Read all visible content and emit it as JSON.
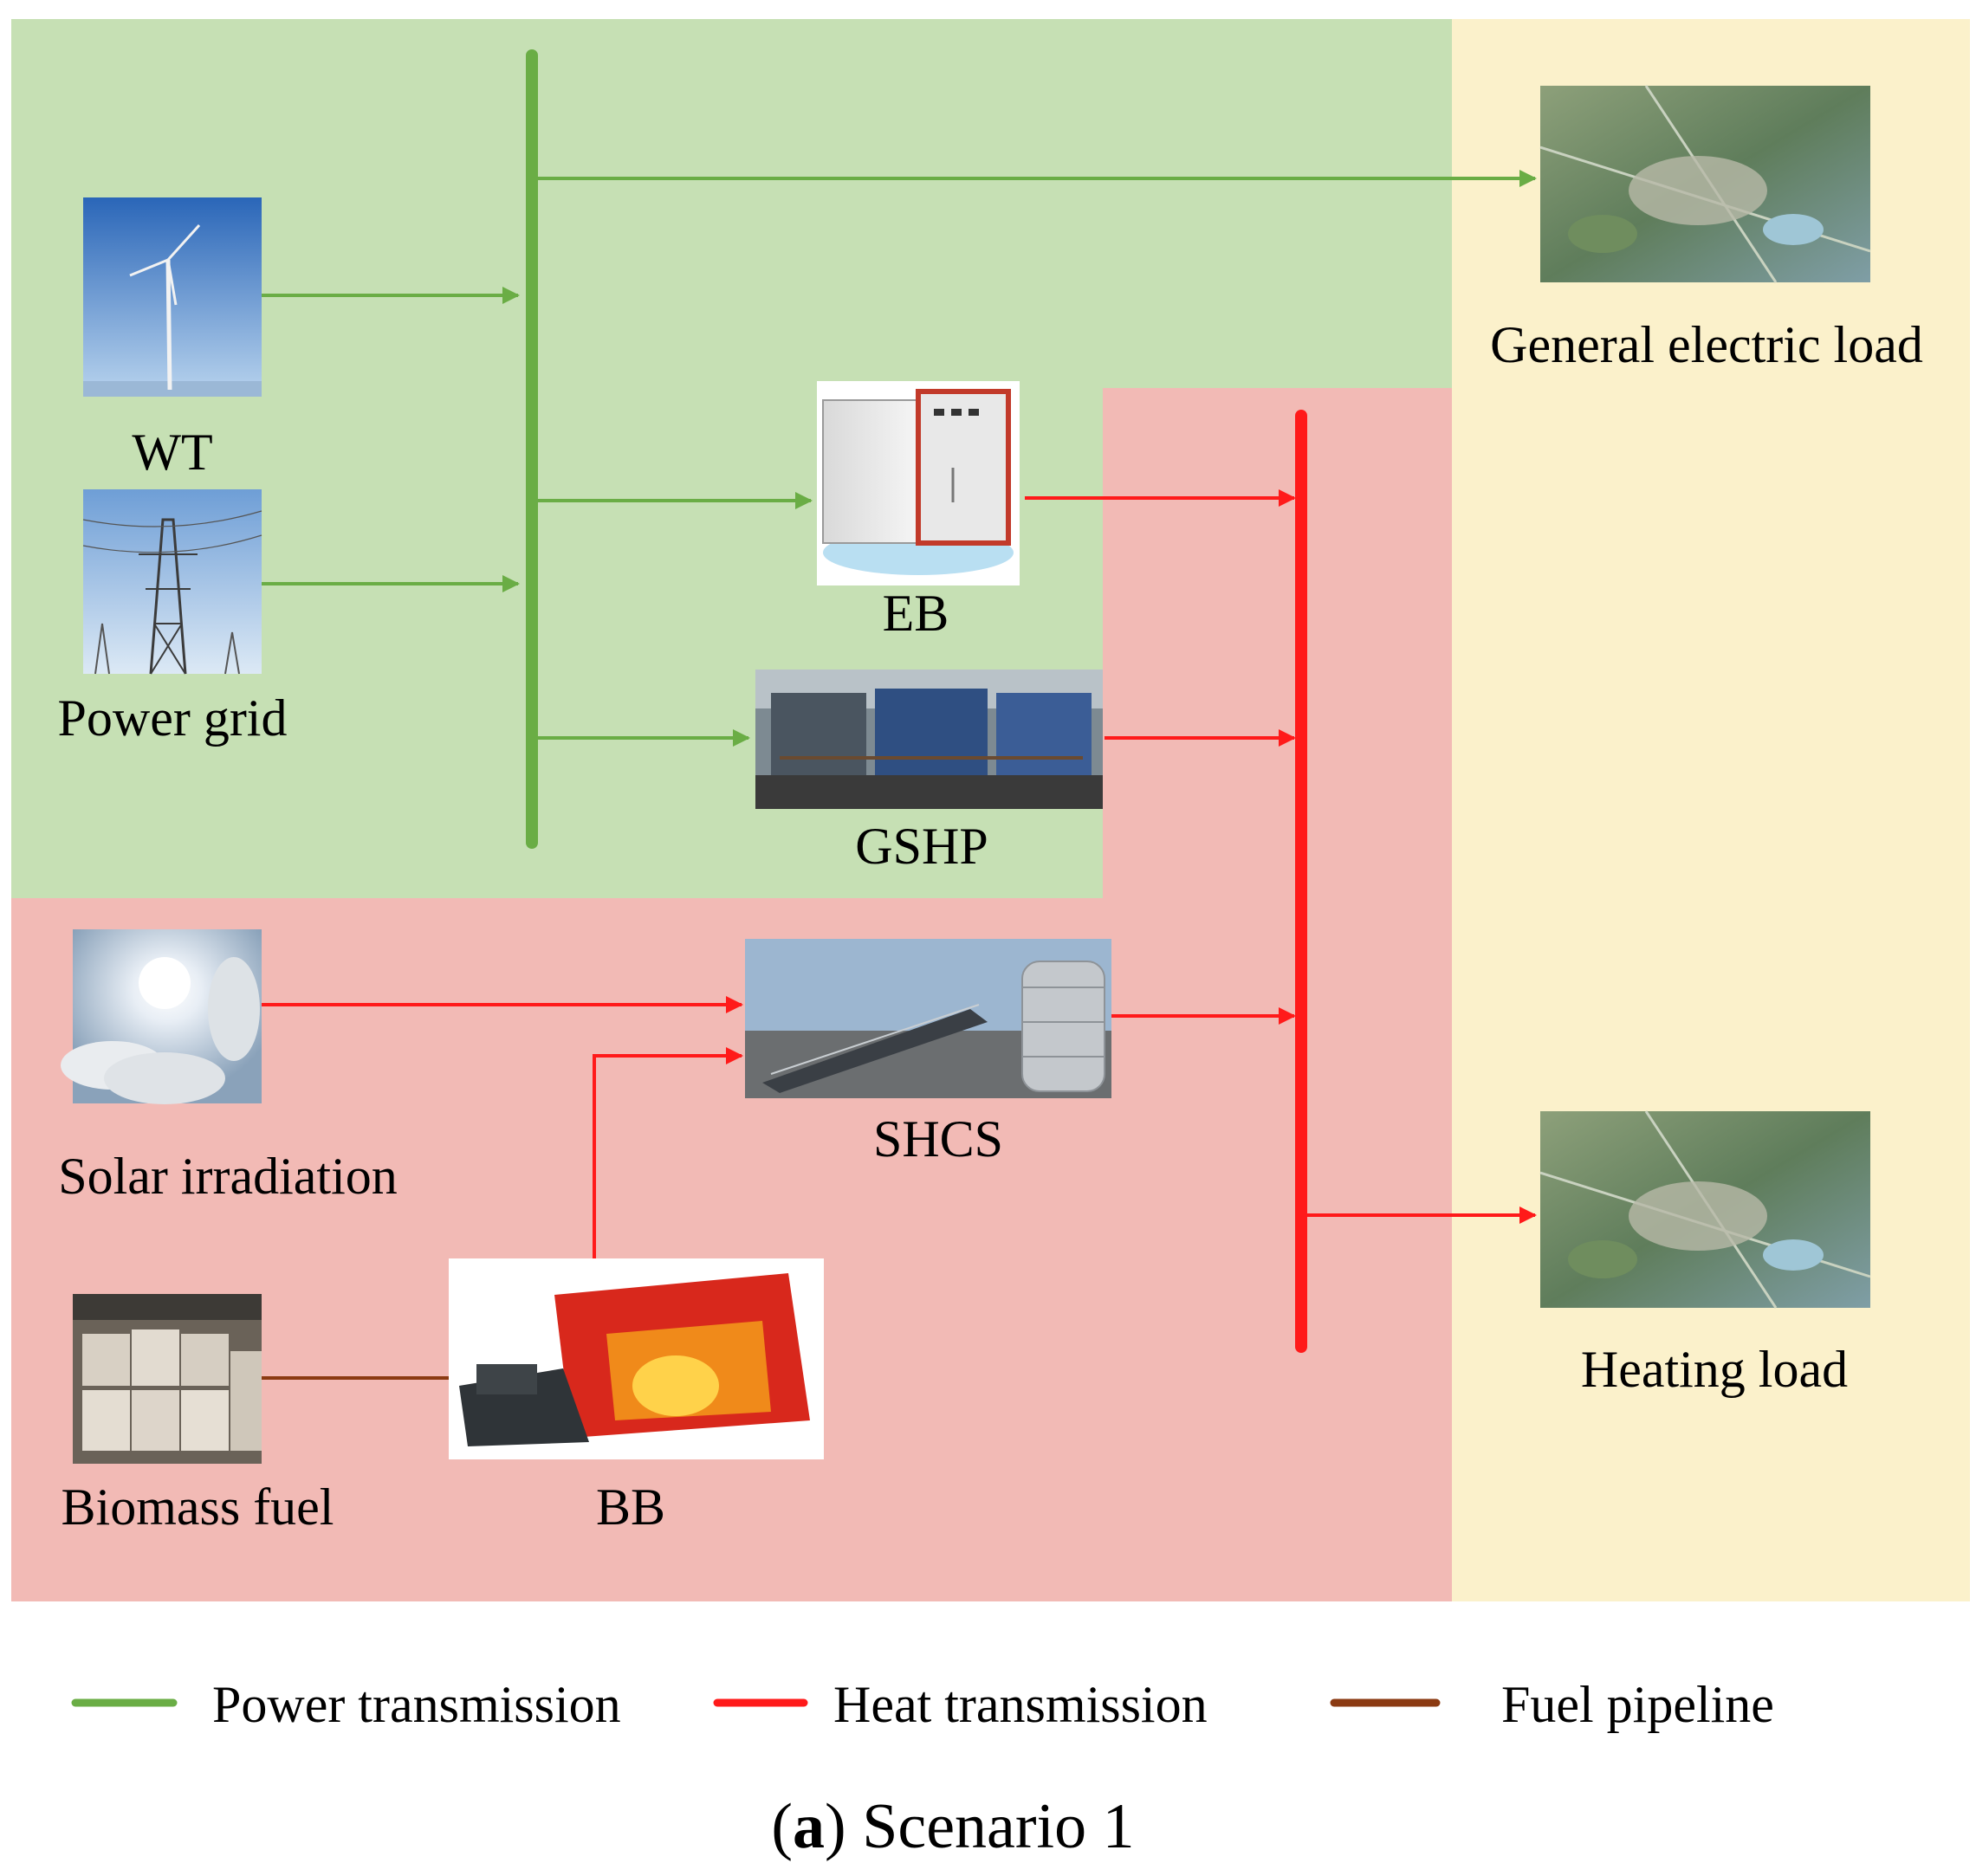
{
  "colors": {
    "power_zone": "#c6e0b4",
    "heat_zone": "#f2bab5",
    "load_zone": "#fbf1cb",
    "power_line": "#6aad45",
    "heat_line": "#ff1a1a",
    "fuel_line": "#8b3a12"
  },
  "nodes": {
    "wt": {
      "label": "WT",
      "icon": "wind-turbine-photo"
    },
    "power_grid": {
      "label": "Power grid",
      "icon": "transmission-tower-photo"
    },
    "eb": {
      "label": "EB",
      "icon": "electric-boiler-photo"
    },
    "gshp": {
      "label": "GSHP",
      "icon": "ground-source-heat-pump-photo"
    },
    "solar": {
      "label": "Solar irradiation",
      "icon": "sun-sky-photo"
    },
    "shcs": {
      "label": "SHCS",
      "icon": "solar-heat-collector-photo"
    },
    "biomass": {
      "label": "Biomass fuel",
      "icon": "biomass-sacks-photo"
    },
    "bb": {
      "label": "BB",
      "icon": "biomass-boiler-photo"
    },
    "electric_load": {
      "label": "General electric load",
      "icon": "city-aerial-photo"
    },
    "heating_load": {
      "label": "Heating load",
      "icon": "city-aerial-photo"
    }
  },
  "legend": [
    {
      "label": "Power transmission",
      "color": "#6aad45"
    },
    {
      "label": "Heat transmission",
      "color": "#ff1a1a"
    },
    {
      "label": "Fuel pipeline",
      "color": "#8b3a12"
    }
  ],
  "caption": {
    "letter": "a",
    "text": "Scenario 1"
  }
}
